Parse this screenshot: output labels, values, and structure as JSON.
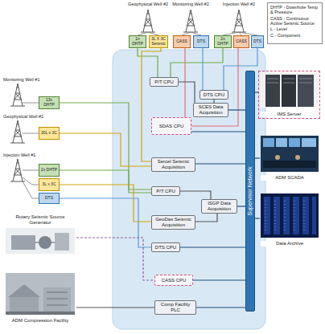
{
  "diagram": {
    "nodes": [
      {
        "text": [
          "DHTP - Downhole Temp & Pressure",
          "CASS - Continuous Active Seismic Source",
          "L - Level",
          "C - Component"
        ]
      },
      {
        "text": [
          "1x DHTP"
        ]
      },
      {
        "text": [
          "3L X 3C Seismic"
        ]
      },
      {
        "text": [
          "CASS"
        ]
      },
      {
        "text": [
          "DTS"
        ]
      },
      {
        "text": [
          "2x DHTP"
        ]
      },
      {
        "text": [
          "CASS"
        ]
      },
      {
        "text": [
          "DTS"
        ]
      },
      {
        "text": [
          "13x DHTP"
        ]
      },
      {
        "text": [
          "30L x 3C"
        ]
      },
      {
        "text": [
          "2x DHTP"
        ]
      },
      {
        "text": [
          "3L x 3C"
        ]
      },
      {
        "text": [
          "DTS"
        ]
      },
      {
        "text": [
          "P/T CPU"
        ]
      },
      {
        "text": [
          "DTS CPU"
        ]
      },
      {
        "text": [
          "SCES Data Acquisition"
        ]
      },
      {
        "text": [
          "SDAS CPU"
        ]
      },
      {
        "text": [
          "IMS Server"
        ]
      },
      {
        "text": [
          "Sercel Seismic Acquisition"
        ]
      },
      {
        "text": [
          "P/T CPU"
        ]
      },
      {
        "text": [
          "ISGP Data Acquisition"
        ]
      },
      {
        "text": [
          "GeoDas Seismic Acquisition"
        ]
      },
      {
        "text": [
          "DTS CPU"
        ]
      },
      {
        "text": [
          "ADM SCADA"
        ]
      },
      {
        "text": [
          "Data Archive"
        ]
      },
      {
        "text": [
          "Rotary Seismic Source Generator"
        ]
      },
      {
        "text": [
          "CASS CPU"
        ]
      },
      {
        "text": [
          "Comp Facility PLC"
        ]
      },
      {
        "text": [
          "ADM Compression Facility"
        ]
      },
      {
        "text": [
          "Supervisor Network"
        ]
      }
    ],
    "edges": [
      {
        "from": 1,
        "to": 13,
        "arrow": "none"
      },
      {
        "from": 5,
        "to": 13,
        "arrow": "none"
      },
      {
        "from": 2,
        "to": 18,
        "arrow": "none"
      },
      {
        "from": 3,
        "to": 16,
        "arrow": "none"
      },
      {
        "from": 4,
        "to": 14,
        "arrow": "none"
      },
      {
        "from": 6,
        "to": 16,
        "arrow": "none"
      },
      {
        "from": 7,
        "to": 14,
        "arrow": "none"
      },
      {
        "from": 13,
        "to": 15,
        "arrow": "none"
      },
      {
        "from": 14,
        "to": 15,
        "arrow": "none"
      },
      {
        "from": 8,
        "to": 19,
        "arrow": "none"
      },
      {
        "from": 10,
        "to": 19,
        "arrow": "none"
      },
      {
        "from": 9,
        "to": 18,
        "arrow": "none"
      },
      {
        "from": 11,
        "to": 21,
        "arrow": "none"
      },
      {
        "from": 12,
        "to": 22,
        "arrow": "none"
      },
      {
        "from": 19,
        "to": 20,
        "arrow": "none"
      },
      {
        "from": 21,
        "to": 20,
        "arrow": "none"
      },
      {
        "from": 25,
        "to": 26,
        "arrow": "none"
      },
      {
        "from": 28,
        "to": 27,
        "arrow": "none"
      },
      {
        "from": 15,
        "to": 29,
        "arrow": "none"
      },
      {
        "from": 16,
        "to": 29,
        "arrow": "none"
      },
      {
        "from": 18,
        "to": 29,
        "arrow": "none"
      },
      {
        "from": 20,
        "to": 29,
        "arrow": "none"
      },
      {
        "from": 22,
        "to": 29,
        "arrow": "none"
      },
      {
        "from": 26,
        "to": 29,
        "arrow": "none"
      },
      {
        "from": 27,
        "to": 29,
        "arrow": "none"
      },
      {
        "from": 29,
        "to": 17,
        "arrow": "none"
      },
      {
        "from": 29,
        "to": 23,
        "arrow": "none"
      },
      {
        "from": 29,
        "to": 24,
        "arrow": "none"
      }
    ],
    "labels": [
      "Geophysical Well #2",
      "Monitoring Well #2",
      "Injection Well #2",
      "Monitoring Well #1",
      "Geophysical Well #1",
      "Injection Well #1"
    ]
  }
}
